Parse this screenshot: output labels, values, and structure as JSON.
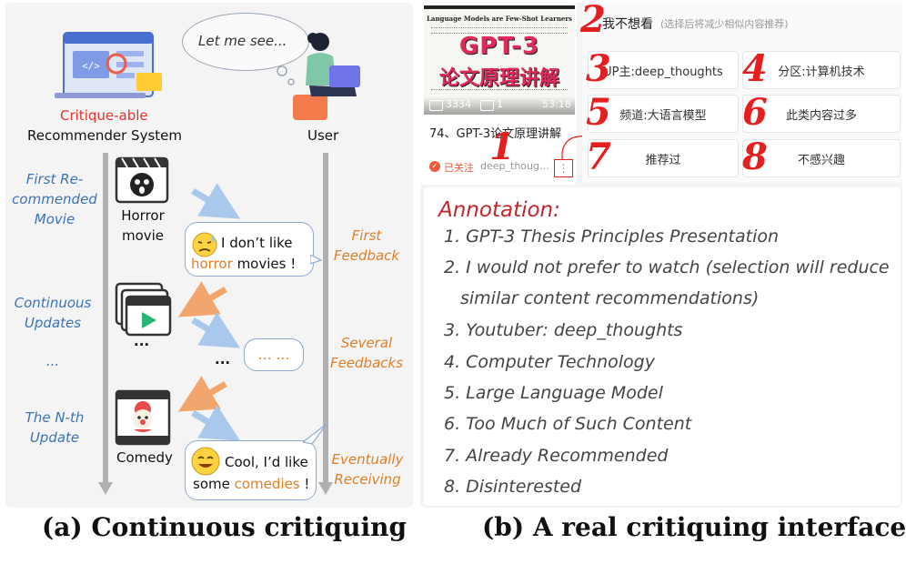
{
  "panel_a": {
    "thought_text": "Let me see...",
    "system_label_red": "Critique-able",
    "system_label_black": "Recommender System",
    "user_label": "User",
    "left_labels": {
      "first_recommended": [
        "First Re-",
        "commended",
        "Movie"
      ],
      "continuous_updates": [
        "Continuous",
        "Updates"
      ],
      "dots": "...",
      "nth_update": [
        "The N-th",
        "Update"
      ]
    },
    "right_labels": {
      "first_feedback": [
        "First",
        "Feedback"
      ],
      "several_feedbacks": [
        "Several",
        "Feedbacks"
      ],
      "eventually_receiving": [
        "Eventually",
        "Receiving"
      ]
    },
    "movies": {
      "horror_label": [
        "Horror",
        "movie"
      ],
      "middle_dots": "...",
      "comedy_label": "Comedy"
    },
    "bubble_1": {
      "pre": "I don’t like",
      "highlight": "horror",
      "post": "movies !"
    },
    "bubble_middle": "… …",
    "middle_dots": "...",
    "bubble_2": {
      "pre": "Cool, I’d like",
      "pre2": "some",
      "highlight": "comedies",
      "post": "!"
    },
    "colors": {
      "blue": "#3c73b6",
      "orange": "#e07f26",
      "red": "#e51f1f"
    }
  },
  "panel_b": {
    "video": {
      "paper_title": "Language Models are Few-Shot Learners",
      "overlay_line1": "GPT-3",
      "overlay_line2": "论文原理讲解",
      "views": "3334",
      "danmaku": "1",
      "duration": "53:18",
      "title": "74、GPT-3论文原理讲解",
      "followed": "已关注",
      "uploader": "deep_thoug…"
    },
    "menu": {
      "not_interested": "我不想看",
      "not_interested_hint": "(选择后将减少相似内容推荐)",
      "options": [
        "UP主:deep_thoughts",
        "分区:计算机技术",
        "频道:大语言模型",
        "此类内容过多",
        "推荐过",
        "不感兴趣"
      ]
    },
    "numbers": [
      "1",
      "2",
      "3",
      "4",
      "5",
      "6",
      "7",
      "8"
    ],
    "annotation_title": "Annotation:",
    "annotations": [
      "1. GPT-3 Thesis Principles Presentation",
      "2. I would not prefer to watch (selection will reduce",
      "similar content recommendations)",
      "3. Youtuber: deep_thoughts",
      "4. Computer Technology",
      "5. Large Language Model",
      "6. Too Much of Such Content",
      "7. Already Recommended",
      "8. Disinterested"
    ]
  },
  "captions": {
    "a": "(a) Continuous critiquing",
    "b": "(b) A real critiquing interface"
  }
}
